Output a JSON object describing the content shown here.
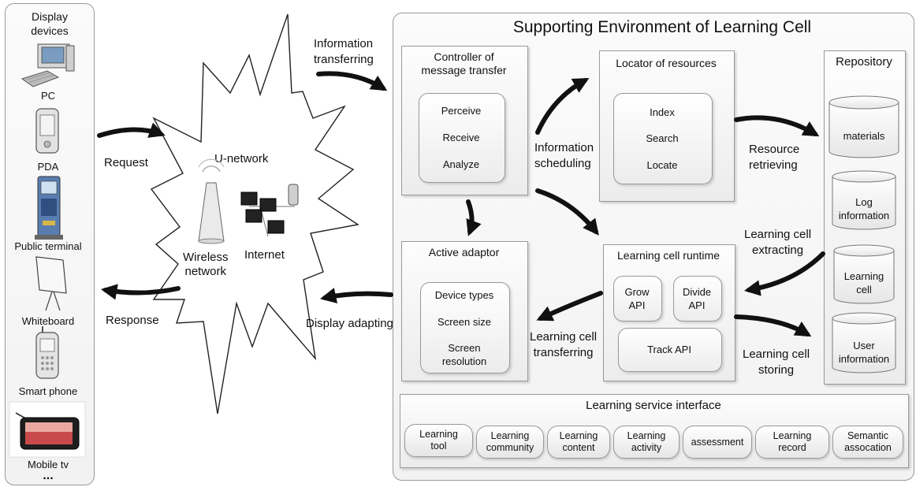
{
  "devices": {
    "title": "Display\ndevices",
    "items": [
      {
        "label": "PC",
        "icon": "pc-icon"
      },
      {
        "label": "PDA",
        "icon": "pda-icon"
      },
      {
        "label": "Public terminal",
        "icon": "public-terminal-icon"
      },
      {
        "label": "Whiteboard",
        "icon": "whiteboard-icon"
      },
      {
        "label": "Smart phone",
        "icon": "smart-phone-icon"
      },
      {
        "label": "Mobile tv",
        "icon": "mobile-tv-icon"
      }
    ],
    "more": "..."
  },
  "flows": {
    "request": "Request",
    "response": "Response",
    "info_transfer": "Information\ntransferring",
    "display_adapting": "Display adapting",
    "info_scheduling": "Information\nscheduling",
    "resource_retrieving": "Resource\nretrieving",
    "cell_extracting": "Learning cell\nextracting",
    "cell_storing": "Learning cell\nstoring",
    "cell_transferring": "Learning cell\ntransferring"
  },
  "network": {
    "title": "U-network",
    "wireless": "Wireless\nnetwork",
    "internet": "Internet"
  },
  "env": {
    "title": "Supporting Environment of Learning Cell",
    "controller": {
      "title": "Controller of\nmessage transfer",
      "items": [
        "Perceive",
        "Receive",
        "Analyze"
      ]
    },
    "locator": {
      "title": "Locator of resources",
      "items": [
        "Index",
        "Search",
        "Locate"
      ]
    },
    "adaptor": {
      "title": "Active adaptor",
      "items": [
        "Device types",
        "Screen size",
        "Screen\nresolution"
      ]
    },
    "runtime": {
      "title": "Learning cell runtime",
      "grow": "Grow\nAPI",
      "divide": "Divide\nAPI",
      "track": "Track API"
    },
    "repository": {
      "title": "Repository",
      "items": [
        "materials",
        "Log\ninformation",
        "Learning\ncell",
        "User\ninformation"
      ]
    },
    "service": {
      "title": "Learning service interface",
      "items": [
        "Learning\ntool",
        "Learning\ncommunity",
        "Learning\ncontent",
        "Learning\nactivity",
        "assessment",
        "Learning\nrecord",
        "Semantic\nassocation"
      ]
    }
  },
  "colors": {
    "arrow": "#111111",
    "border": "#9a9a9a",
    "panel": "#f4f4f4"
  }
}
